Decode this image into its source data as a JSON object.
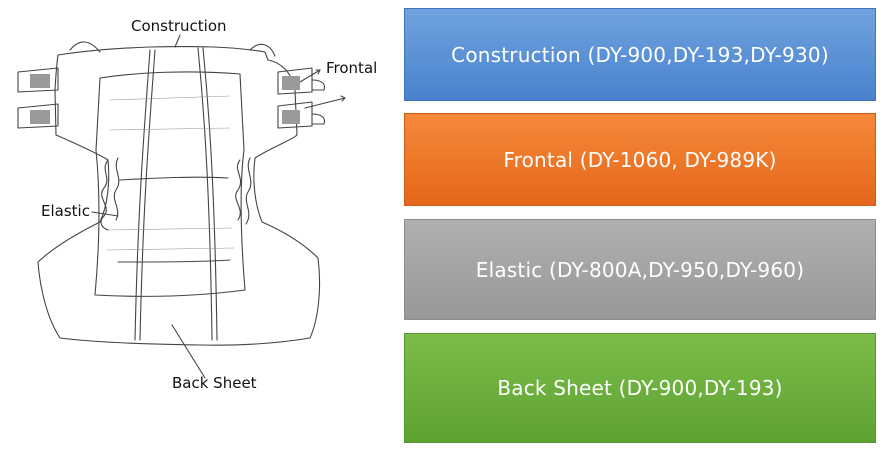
{
  "callouts": {
    "construction": "Construction",
    "frontal": "Frontal",
    "elastic": "Elastic",
    "back_sheet": "Back Sheet"
  },
  "panels": {
    "construction": "Construction (DY-900,DY-193,DY-930)",
    "frontal": "Frontal (DY-1060, DY-989K)",
    "elastic": "Elastic (DY-800A,DY-950,DY-960)",
    "back_sheet": "Back Sheet (DY-900,DY-193)"
  },
  "colors": {
    "construction": "#5b91d6",
    "frontal": "#ec7628",
    "elastic": "#a3a3a3",
    "back_sheet": "#6db03e"
  }
}
